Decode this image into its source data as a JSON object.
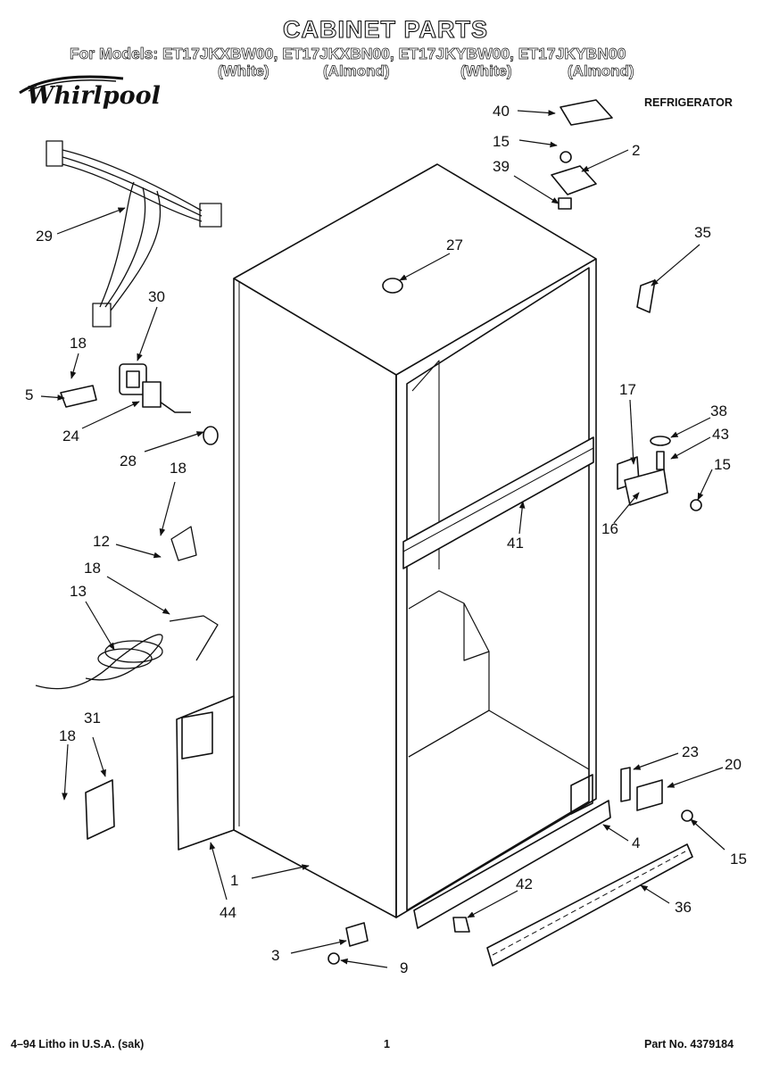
{
  "header": {
    "title": "CABINET PARTS",
    "models_line": "For Models: ET17JKXBW00, ET17JKXBN00, ET17JKYBW00, ET17JKYBN00",
    "colors": [
      "(White)",
      "(Almond)",
      "(White)",
      "(Almond)"
    ],
    "brand": "Whirlpool",
    "section": "REFRIGERATOR"
  },
  "callouts": [
    "40",
    "15",
    "2",
    "39",
    "35",
    "27",
    "29",
    "30",
    "18",
    "5",
    "24",
    "28",
    "18",
    "12",
    "18",
    "13",
    "17",
    "38",
    "43",
    "15",
    "16",
    "41",
    "31",
    "18",
    "23",
    "20",
    "15",
    "4",
    "42",
    "36",
    "1",
    "44",
    "3",
    "9"
  ],
  "footer": {
    "print_info": "4–94 Litho in U.S.A. (sak)",
    "page": "1",
    "part_no": "Part No. 4379184"
  }
}
